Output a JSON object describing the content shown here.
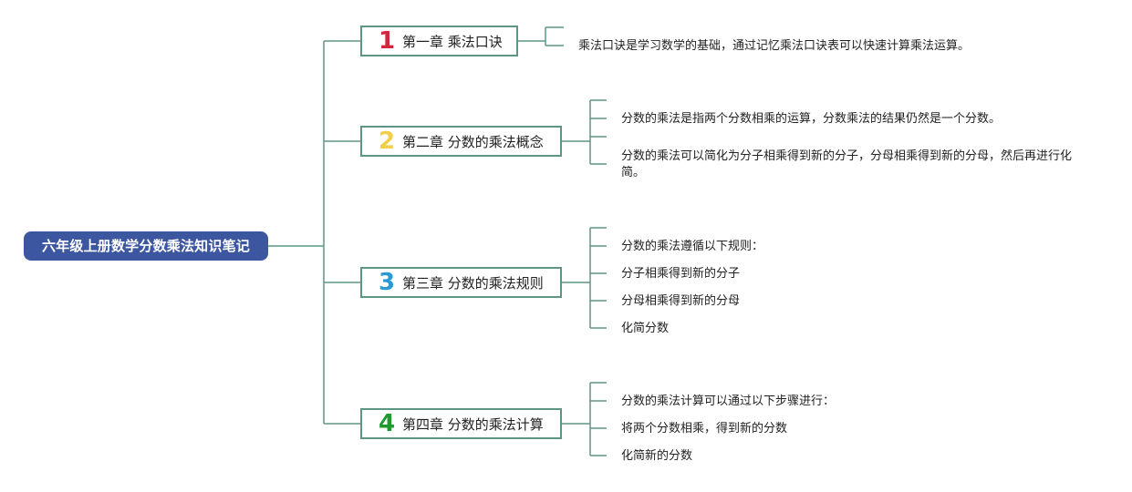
{
  "root": {
    "title": "六年级上册数学分数乘法知识笔记"
  },
  "colors": {
    "root": "#3c56a0",
    "line": "#5e9686",
    "num1": "#d3263c",
    "num2": "#f2cf49",
    "num3": "#2a9ad6",
    "num4": "#1e9a2e"
  },
  "chapters": [
    {
      "num": "1",
      "title": "第一章 乘法口诀",
      "items": [
        "乘法口诀是学习数学的基础，通过记忆乘法口诀表可以快速计算乘法运算。"
      ]
    },
    {
      "num": "2",
      "title": "第二章 分数的乘法概念",
      "items": [
        "分数的乘法是指两个分数相乘的运算，分数乘法的结果仍然是一个分数。",
        "分数的乘法可以简化为分子相乘得到新的分子，分母相乘得到新的分母，然后再进行化简。"
      ]
    },
    {
      "num": "3",
      "title": "第三章 分数的乘法规则",
      "items": [
        "分数的乘法遵循以下规则：",
        "分子相乘得到新的分子",
        "分母相乘得到新的分母",
        "化简分数"
      ]
    },
    {
      "num": "4",
      "title": "第四章 分数的乘法计算",
      "items": [
        "分数的乘法计算可以通过以下步骤进行：",
        "将两个分数相乘，得到新的分数",
        "化简新的分数"
      ]
    }
  ]
}
